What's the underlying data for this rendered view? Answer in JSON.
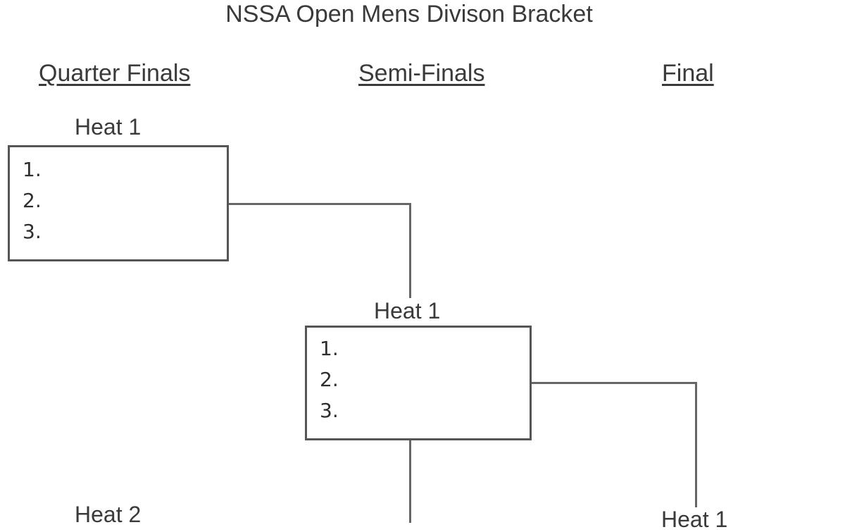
{
  "title": "NSSA Open Mens Divison Bracket",
  "rounds": {
    "quarter_finals": "Quarter Finals",
    "semi_finals": "Semi-Finals",
    "final": "Final"
  },
  "quarter_finals": {
    "heat1": {
      "label": "Heat 1",
      "slots": [
        "1.",
        "2.",
        "3."
      ]
    },
    "heat2": {
      "label": "Heat 2"
    }
  },
  "semi_finals": {
    "heat1": {
      "label": "Heat 1",
      "slots": [
        "1.",
        "2.",
        "3."
      ]
    }
  },
  "final": {
    "heat1": {
      "label": "Heat 1"
    }
  }
}
